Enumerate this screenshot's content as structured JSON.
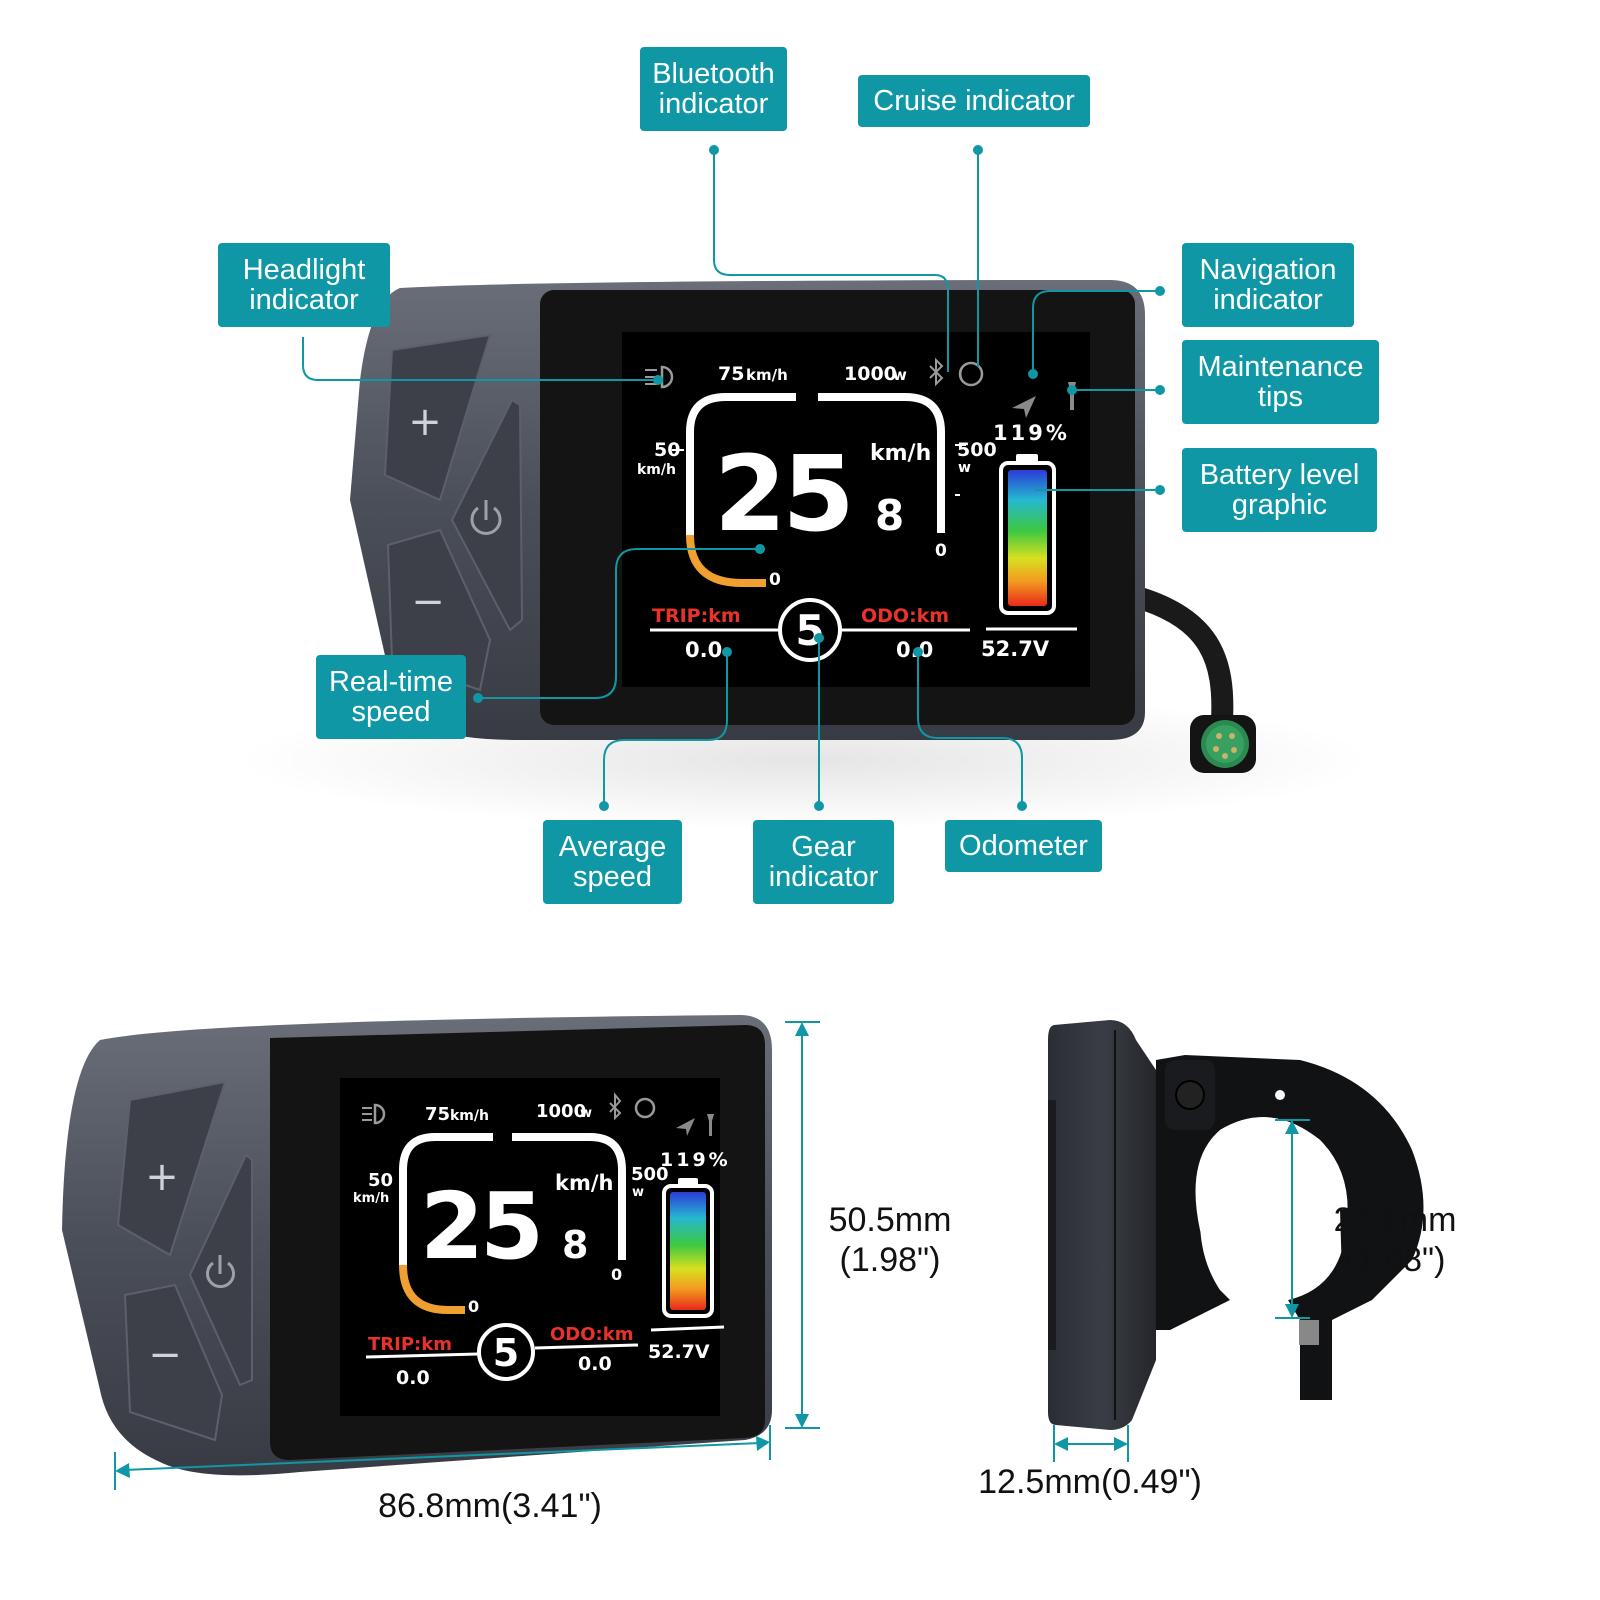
{
  "display": {
    "speed_marks": {
      "top": "75",
      "left": "50",
      "zero": "0"
    },
    "speed_unit": "km/h",
    "power_marks": {
      "top": "1000",
      "right": "500",
      "zero": "0"
    },
    "power_unit": "w",
    "speed_value": "25",
    "speed_decimal": "8",
    "battery_percent": "119%",
    "battery_voltage": "52.7V",
    "trip_label": "TRIP:km",
    "trip_value": "0.0",
    "odo_label": "ODO:km",
    "odo_value": "0.0",
    "gear": "5",
    "buttons": {
      "plus": "+",
      "minus": "−"
    }
  },
  "callouts": {
    "bluetooth": "Bluetooth\nindicator",
    "cruise": "Cruise indicator",
    "headlight": "Headlight\nindicator",
    "navigation": "Navigation\nindicator",
    "maintenance": "Maintenance\ntips",
    "battery": "Battery level\ngraphic",
    "realtime_speed": "Real-time\nspeed",
    "average_speed": "Average\nspeed",
    "gear": "Gear\nindicator",
    "odometer": "Odometer"
  },
  "dimensions": {
    "height": "50.5mm\n(1.98\")",
    "width": "86.8mm(3.41\")",
    "depth": "12.5mm(0.49\")",
    "clamp": "27.6mm\n(1.08\")"
  },
  "colors": {
    "accent": "#0f97a5",
    "label_red": "#e8322c",
    "speed_arc": "#f0a030",
    "housing": "#4a4e58"
  },
  "icons": [
    "headlight-icon",
    "bluetooth-icon",
    "cruise-icon",
    "navigation-icon",
    "wrench-icon",
    "power-icon"
  ]
}
